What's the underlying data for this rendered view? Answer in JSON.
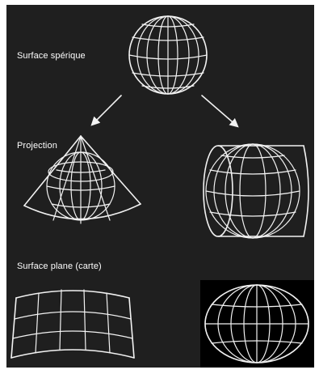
{
  "labels": {
    "spherical_surface": "Surface spérique",
    "projection": "Projection",
    "flat_surface": "Surface plane (carte)"
  },
  "colors": {
    "background": "#1f1f1f",
    "map_panel": "#000000",
    "line": "#f2f2f2",
    "text": "#ffffff"
  }
}
